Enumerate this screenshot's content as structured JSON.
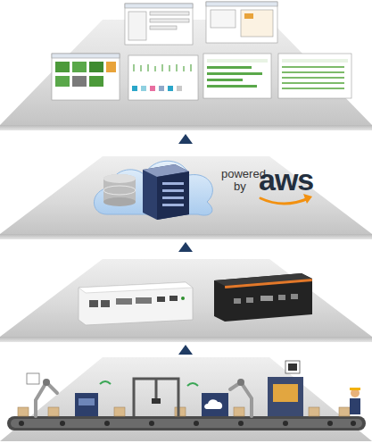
{
  "diagram": {
    "labels": [
      "powered",
      "by",
      "aws"
    ]
  }
}
